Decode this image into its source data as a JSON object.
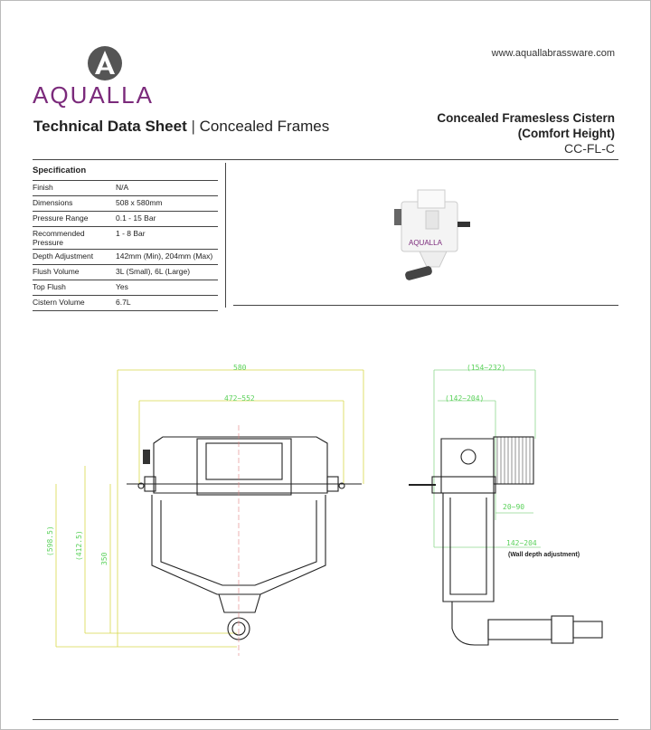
{
  "brand": {
    "name": "AQUALLA",
    "website": "www.aquallabrassware.com",
    "color": "#7b2a7b"
  },
  "header": {
    "title_bold": "Technical Data Sheet",
    "separator": "|",
    "title_light": "Concealed Frames",
    "product_line1": "Concealed Framesless Cistern",
    "product_line2": "(Comfort Height)",
    "product_code": "CC-FL-C"
  },
  "spec": {
    "title": "Specification",
    "rows": [
      {
        "key": "Finish",
        "value": "N/A"
      },
      {
        "key": "Dimensions",
        "value": "508 x 580mm"
      },
      {
        "key": "Pressure Range",
        "value": "0.1 - 15 Bar"
      },
      {
        "key": "Recommended Pressure",
        "value": "1 - 8 Bar"
      },
      {
        "key": "Depth Adjustment",
        "value": "142mm (Min), 204mm (Max)"
      },
      {
        "key": "Flush Volume",
        "value": "3L (Small), 6L (Large)"
      },
      {
        "key": "Top Flush",
        "value": "Yes"
      },
      {
        "key": "Cistern Volume",
        "value": "6.7L"
      }
    ]
  },
  "product_image": {
    "label": "AQUALLA"
  },
  "drawing": {
    "front": {
      "width_total": "580",
      "width_adjust": "472~552",
      "h1": "(598.5)",
      "h2": "(412.5)",
      "h3": "350"
    },
    "side": {
      "depth_total": "(154~232)",
      "depth_inner": "(142~204)",
      "gap": "20~90",
      "wall": "142~204",
      "wall_note": "(Wall depth adjustment)"
    }
  }
}
